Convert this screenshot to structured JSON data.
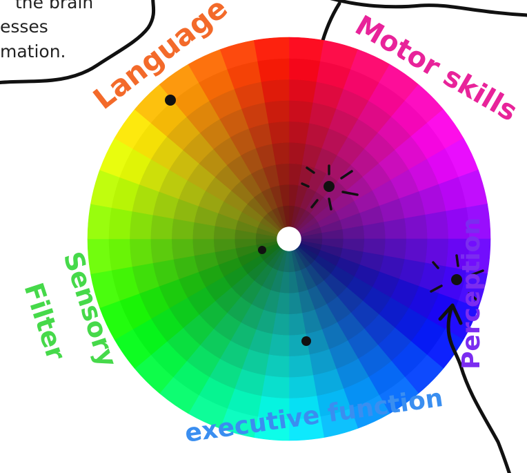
{
  "callout": {
    "lines": [
      "the brain",
      "esses",
      "mation."
    ]
  },
  "wheel": {
    "labels": {
      "language": {
        "text": "Language",
        "color": "#f36a2a"
      },
      "motor_skills": {
        "text": "Motor skills",
        "color": "#e8239a"
      },
      "perception": {
        "text": "Perception",
        "color": "#7b2cf0"
      },
      "executive_function": {
        "text": "executive function",
        "color": "#3a8ef0"
      },
      "sensory_filter_1": {
        "text": "Sensory",
        "color": "#46d94a"
      },
      "sensory_filter_2": {
        "text": "Filter",
        "color": "#46d94a"
      }
    },
    "center_color": "#ffffff",
    "rings": 9,
    "segments": 36
  },
  "colors": {
    "ink": "#111111",
    "background": "#ffffff"
  }
}
